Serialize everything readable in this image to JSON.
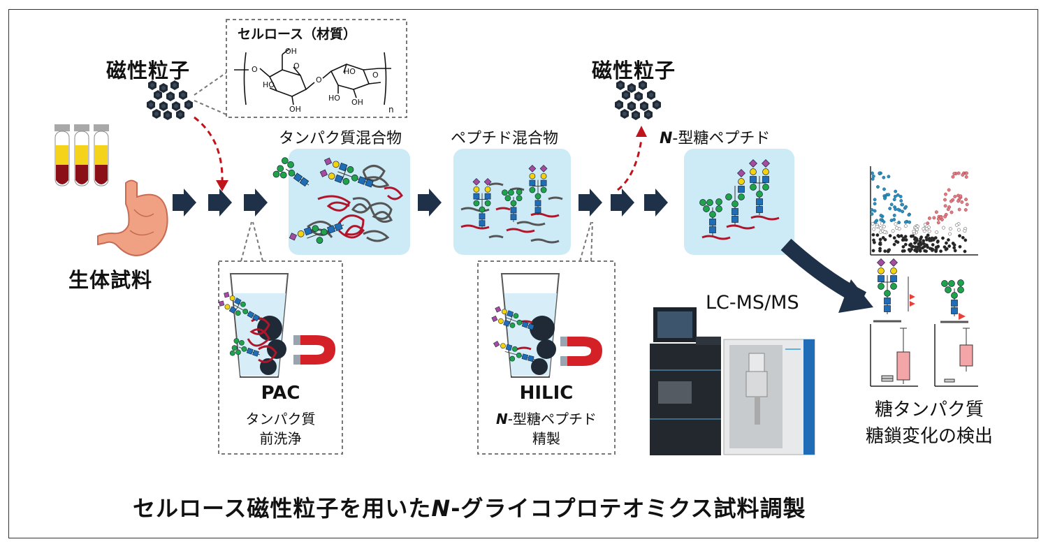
{
  "cellulose_title": "セルロース（材質）",
  "structure_labels": {
    "oh1": "OH",
    "oh2": "HO",
    "oh3": "HO",
    "oh4": "HO",
    "oh5": "OH",
    "oh6": "OH",
    "o1": "O",
    "o2": "O",
    "o3": "O",
    "o4": "O",
    "n": "n"
  },
  "magnetic_particles_label": "磁性粒子",
  "magnetic_particles_label_2": "磁性粒子",
  "biological_sample_label": "生体試料",
  "protein_mixture_label": "タンパク質混合物",
  "peptide_mixture_label": "ペプチド混合物",
  "n_glycopeptide": {
    "prefix": "N",
    "suffix": "-型糖ペプチド"
  },
  "pac": {
    "title": "PAC",
    "line1": "タンパク質",
    "line2": "前洗浄"
  },
  "hilic": {
    "title": "HILIC",
    "prefix": "N",
    "line1_rest": "-型糖ペプチド",
    "line2": "精製"
  },
  "lcms_label": "LC-MS/MS",
  "result": {
    "line1": "糖タンパク質",
    "line2": "糖鎖変化の検出"
  },
  "bottom_title": {
    "part1": "セルロース磁性粒子を用いた",
    "italic": "N",
    "part2": "-グライコプロテオミクス試料調製"
  },
  "colors": {
    "arrow": "#1e3148",
    "box": "#cdebf7",
    "red_dashed": "#c0141c",
    "magnet": "#d42027",
    "fucose": "#e8413c",
    "galnac_blue": "#1f6db6",
    "man_green": "#1fa24a",
    "gal_yellow": "#f5d20f",
    "sia_purple": "#a64ca0",
    "tube_red": "#8a0f16",
    "tube_yellow": "#f5d31a",
    "stomach": "#f0a184"
  }
}
